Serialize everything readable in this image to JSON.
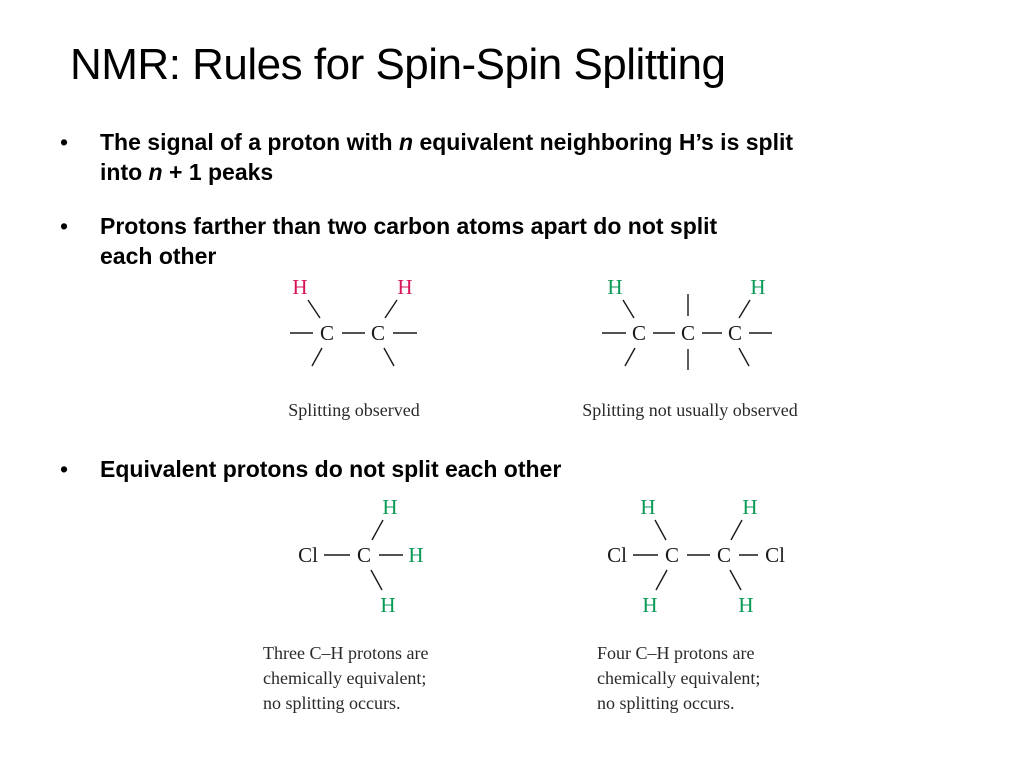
{
  "slide": {
    "title": "NMR: Rules for Spin-Spin Splitting",
    "bullet_char": "•",
    "bullets": [
      {
        "line1_a": "The signal of a proton with ",
        "line1_n": "n",
        "line1_b": " equivalent neighboring H’s is split",
        "line2_a": "into ",
        "line2_n": "n",
        "line2_b": " + 1 peaks"
      },
      {
        "line1": "Protons farther than two carbon atoms apart do not split",
        "line2": "each other"
      },
      {
        "line1": "Equivalent protons do not split each other"
      }
    ]
  },
  "figures": {
    "colors": {
      "highlight_h_magenta": "#d6145a",
      "highlight_h_green": "#0a9a56",
      "atom": "#1a1a1a"
    },
    "atoms": {
      "h": "H",
      "c": "C",
      "cl": "Cl"
    },
    "captions": {
      "splitting_observed": "Splitting observed",
      "splitting_not_observed": "Splitting not usually observed",
      "three_line1": "Three C–H protons are",
      "three_line2": "chemically equivalent;",
      "three_line3": "no splitting occurs.",
      "four_line1": "Four C–H protons are",
      "four_line2": "chemically equivalent;",
      "four_line3": "no splitting occurs."
    }
  }
}
